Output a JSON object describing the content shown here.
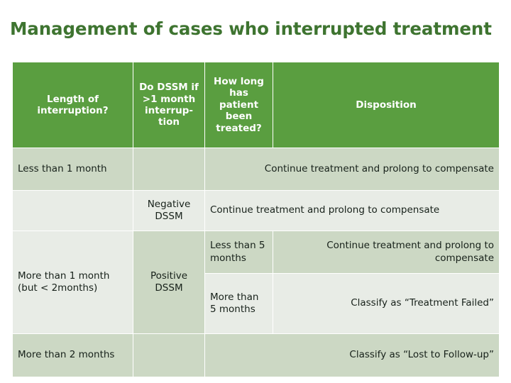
{
  "slide": {
    "title": "Management of cases who interrupted treatment",
    "title_color": "#3e7430",
    "header_bg": "#5a9e40",
    "row_tint_dark": "#ccd8c4",
    "row_tint_light": "#e8ece6"
  },
  "table": {
    "headers": [
      "Length of interruption?",
      "Do DSSM if >1 month interrup-tion",
      "How long has patient been treated?",
      "Disposition"
    ],
    "rows": [
      {
        "length": "Less than 1 month",
        "dssm": "",
        "duration": "",
        "disposition": "Continue treatment and prolong to compensate"
      },
      {
        "length": "",
        "dssm": "Negative DSSM",
        "duration": "",
        "disposition": "Continue treatment and prolong to compensate"
      },
      {
        "length": "More than 1 month (but < 2months)",
        "dssm": "Positive DSSM",
        "duration": "Less than 5 months",
        "disposition": "Continue treatment and prolong to compensate"
      },
      {
        "length": "",
        "dssm": "",
        "duration": "More than 5 months",
        "disposition": "Classify as “Treatment Failed”"
      },
      {
        "length": "More than 2 months",
        "dssm": "",
        "duration": "",
        "disposition": "Classify as “Lost to Follow-up”"
      }
    ]
  }
}
